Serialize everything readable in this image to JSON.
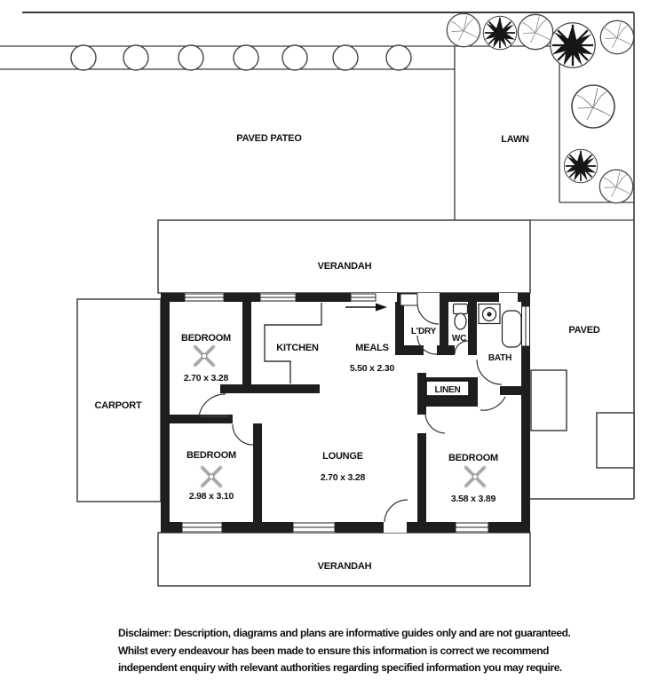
{
  "site": {
    "paved_pateo_label": "PAVED PATEO",
    "lawn_label": "LAWN",
    "paved_label": "PAVED",
    "carport_label": "CARPORT"
  },
  "house": {
    "verandah_top_label": "VERANDAH",
    "verandah_bottom_label": "VERANDAH",
    "rooms": {
      "bedroom1": {
        "name": "BEDROOM",
        "dims": "2.70 x 3.28"
      },
      "kitchen": {
        "name": "KITCHEN"
      },
      "meals": {
        "name": "MEALS",
        "dims": "5.50 x 2.30"
      },
      "laundry": {
        "name": "L'DRY"
      },
      "wc": {
        "name": "WC"
      },
      "bath": {
        "name": "BATH"
      },
      "linen": {
        "name": "LINEN"
      },
      "bedroom2": {
        "name": "BEDROOM",
        "dims": "2.98 x 3.10"
      },
      "lounge": {
        "name": "LOUNGE",
        "dims": "2.70 x 3.28"
      },
      "bedroom3": {
        "name": "BEDROOM",
        "dims": "3.58 x 3.89"
      }
    }
  },
  "disclaimer": {
    "line1": "Disclaimer: Description, diagrams and plans are informative guides only and are not guaranteed.",
    "line2": "Whilst every endeavour has been made to ensure this information is correct we recommend",
    "line3": "independent enquiry with relevant authorities regarding specified information you may require."
  },
  "colors": {
    "wall": "#1e1e1e",
    "line": "#3a3a3a",
    "text": "#111111"
  }
}
